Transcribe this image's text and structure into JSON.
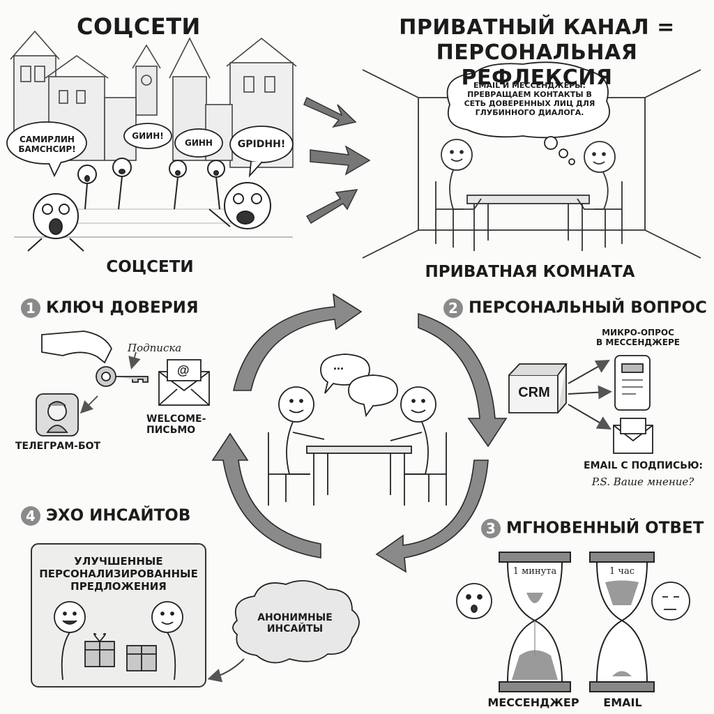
{
  "top_left": {
    "title": "СОЦСЕТИ",
    "caption": "СОЦСЕТИ",
    "bubbles": [
      "САМИРЛИН БАМСНСИР!",
      "GИИН!",
      "GИНН",
      "GPIDHH!"
    ]
  },
  "top_right": {
    "title": "ПРИВАТНЫЙ КАНАЛ =\nПЕРСОНАЛЬНАЯ РЕФЛЕКСИЯ",
    "thought": "EMAIL И МЕССЕНДЖЕРЫ: ПРЕВРАЩАЕМ КОНТАКТЫ В СЕТЬ ДОВЕРЕННЫХ ЛИЦ ДЛЯ ГЛУБИННОГО ДИАЛОГА.",
    "caption": "ПРИВАТНАЯ КОМНАТА"
  },
  "steps": {
    "s1": {
      "num": "1",
      "title": "КЛЮЧ ДОВЕРИЯ",
      "sub_label": "Подписка",
      "bot_label": "ТЕЛЕГРАМ-БОТ",
      "mail_label": "WELCOME-\nПИСЬМО",
      "at_symbol": "@"
    },
    "s2": {
      "num": "2",
      "title": "ПЕРСОНАЛЬНЫЙ ВОПРОС",
      "crm": "CRM",
      "survey": "МИКРО-ОПРОС\nВ МЕССЕНДЖЕРЕ",
      "email_sig": "EMAIL С ПОДПИСЬЮ:",
      "ps": "P.S. Ваше мнение?"
    },
    "s3": {
      "num": "3",
      "title": "МГНОВЕННЫЙ ОТВЕТ",
      "time1": "1 минута",
      "time2": "1 час",
      "label1": "МЕССЕНДЖЕР",
      "label2": "EMAIL"
    },
    "s4": {
      "num": "4",
      "title": "ЭХО ИНСАЙТОВ",
      "box": "УЛУЧШЕННЫЕ\nПЕРСОНАЛИЗИРОВАННЫЕ\nПРЕДЛОЖЕНИЯ",
      "cloud": "АНОНИМНЫЕ\nИНСАЙТЫ"
    }
  },
  "center": {
    "speech": "..."
  },
  "icons": [
    "key-icon",
    "envelope-icon",
    "avatar-icon",
    "phone-icon",
    "hourglass-icon",
    "gift-icon",
    "arrow-icon"
  ]
}
